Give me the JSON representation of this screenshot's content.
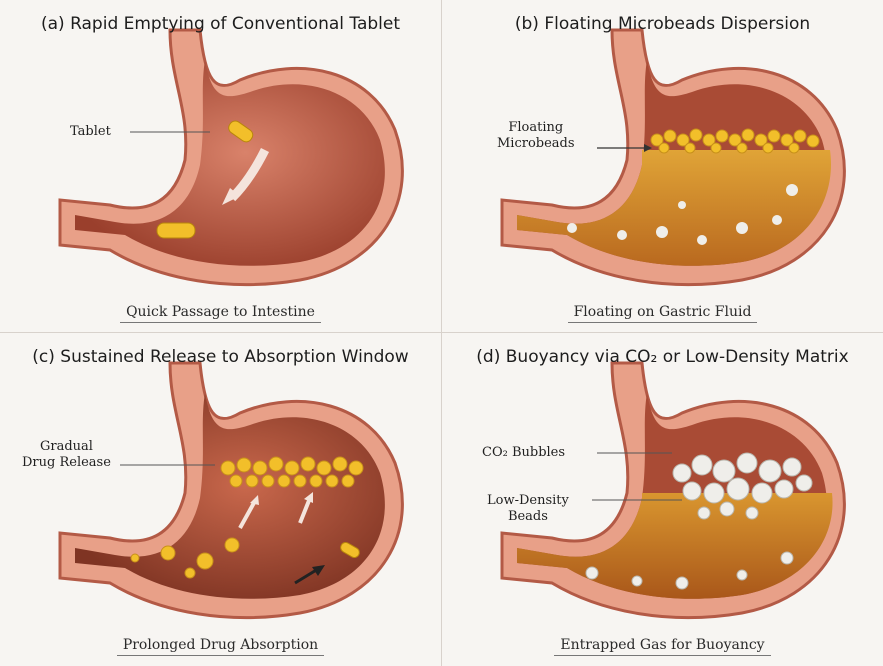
{
  "panels": [
    {
      "id": "a",
      "title": "(a) Rapid Emptying of Conventional Tablet",
      "labels": [
        "Tablet"
      ],
      "caption": "Quick Passage to Intestine"
    },
    {
      "id": "b",
      "title": "(b) Floating Microbeads Dispersion",
      "labels": [
        "Floating\nMicrobeads"
      ],
      "caption": "Floating on Gastric Fluid"
    },
    {
      "id": "c",
      "title": "(c) Sustained Release to Absorption Window",
      "labels": [
        "Gradual\nDrug Release"
      ],
      "caption": "Prolonged Drug Absorption"
    },
    {
      "id": "d",
      "title": "(d) Buoyancy via CO₂ or Low-Density Matrix",
      "labels": [
        "CO₂ Bubbles",
        "Low-Density\nBeads"
      ],
      "caption": "Entrapped Gas for Buoyancy"
    }
  ],
  "colors": {
    "stomach_wall": "#c9604d",
    "stomach_outer": "#e8a088",
    "stomach_lumen": "#b5553f",
    "fluid": "#d9962f",
    "bead": "#f2bf2a",
    "bubble": "#efeeea"
  }
}
